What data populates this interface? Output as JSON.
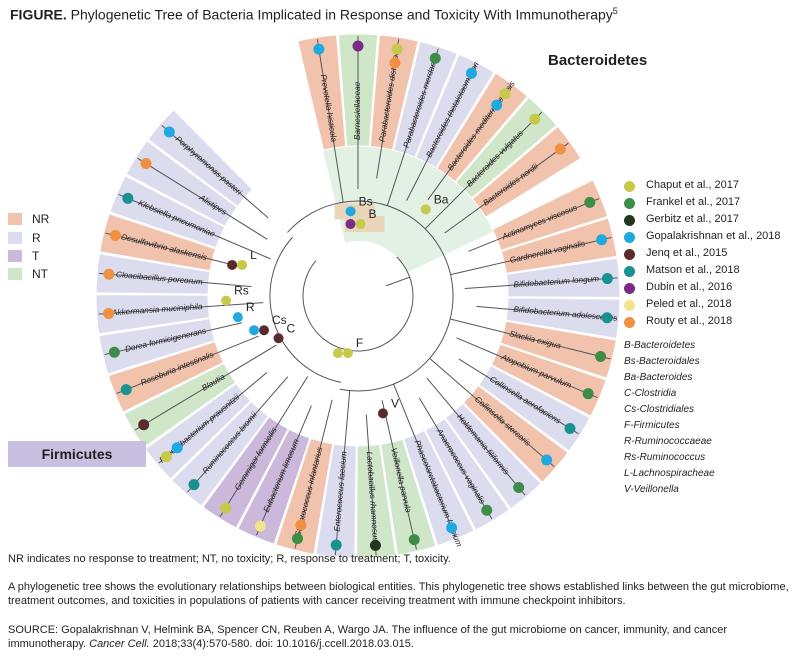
{
  "figure": {
    "label": "FIGURE.",
    "title": "Phylogenetic Tree of Bacteria Implicated in Response and Toxicity With Immunotherapy",
    "ref": "5"
  },
  "phyla": {
    "top_right": "Bacteroidetes",
    "bottom_left": "Firmicutes"
  },
  "outcome_legend": [
    {
      "code": "NR",
      "color": "#f1c3ad"
    },
    {
      "code": "R",
      "color": "#dcdcef"
    },
    {
      "code": "T",
      "color": "#cbb8da"
    },
    {
      "code": "NT",
      "color": "#cfe6c9"
    }
  ],
  "study_legend": [
    {
      "key": "chaput",
      "label": "Chaput et al., 2017",
      "color": "#c7c94a"
    },
    {
      "key": "frankel",
      "label": "Frankel et al., 2017",
      "color": "#3e8d47"
    },
    {
      "key": "gerbitz",
      "label": "Gerbitz et al., 2017",
      "color": "#233720"
    },
    {
      "key": "gopalakrishnan",
      "label": "Gopalakrishnan et al., 2018",
      "color": "#1fa9e1"
    },
    {
      "key": "jenq",
      "label": "Jenq et al., 2015",
      "color": "#5a2a2c"
    },
    {
      "key": "matson",
      "label": "Matson et al., 2018",
      "color": "#18928f"
    },
    {
      "key": "dubin",
      "label": "Dubin et al., 2016",
      "color": "#7a2b86"
    },
    {
      "key": "peled",
      "label": "Peled et al., 2018",
      "color": "#f1e48a"
    },
    {
      "key": "routy",
      "label": "Routy et al., 2018",
      "color": "#ef9140"
    }
  ],
  "abbreviations": [
    {
      "code": "B",
      "name": "Bacteroidetes"
    },
    {
      "code": "Bs",
      "name": "Bacteroidales"
    },
    {
      "code": "Ba",
      "name": "Bacteroides"
    },
    {
      "code": "C",
      "name": "Clostridia"
    },
    {
      "code": "Cs",
      "name": "Clostridiales"
    },
    {
      "code": "F",
      "name": "Firmicutes"
    },
    {
      "code": "R",
      "name": "Ruminococcaeae"
    },
    {
      "code": "Rs",
      "name": "Ruminococcus"
    },
    {
      "code": "L",
      "name": "Lachnospiracheae"
    },
    {
      "code": "V",
      "name": "Veillonella"
    }
  ],
  "taxa": [
    {
      "name": "Prevotella histicola",
      "outcome": "NR",
      "studies": [
        "gopalakrishnan"
      ]
    },
    {
      "name": "Barnesiellaceae",
      "outcome": "NT",
      "studies": [
        "dubin"
      ]
    },
    {
      "name": "Parabacteroides distasonis",
      "outcome": "NR",
      "studies": [
        "chaput",
        "routy"
      ]
    },
    {
      "name": "Parabacteroides merdae",
      "outcome": "R",
      "studies": [
        "frankel"
      ]
    },
    {
      "name": "Bacteroides thetaiotaomicron",
      "outcome": "R",
      "studies": [
        "gopalakrishnan"
      ]
    },
    {
      "name": "Bacteroides mediterraneensis",
      "outcome": "NR",
      "studies": [
        "chaput",
        "gopalakrishnan"
      ]
    },
    {
      "name": "Bacteroides vulgatus",
      "outcome": "NT",
      "studies": [
        "chaput"
      ]
    },
    {
      "name": "Bacteroides nordii",
      "outcome": "NR",
      "studies": [
        "routy"
      ]
    },
    {
      "name": "Actinomyces viscosus",
      "outcome": "NR",
      "studies": [
        "frankel"
      ]
    },
    {
      "name": "Gardnerella vaginalis",
      "outcome": "NR",
      "studies": [
        "gopalakrishnan"
      ]
    },
    {
      "name": "Bifidobacterium longum",
      "outcome": "R",
      "studies": [
        "matson"
      ]
    },
    {
      "name": "Bifidobacterium adolescentis",
      "outcome": "R",
      "studies": [
        "matson"
      ]
    },
    {
      "name": "Slackia exigua",
      "outcome": "NR",
      "studies": [
        "frankel"
      ]
    },
    {
      "name": "Atopobium parvulum",
      "outcome": "NR",
      "studies": [
        "frankel"
      ]
    },
    {
      "name": "Collinsella aerofaciens",
      "outcome": "R",
      "studies": [
        "matson"
      ]
    },
    {
      "name": "Collinsella stercoris",
      "outcome": "NR",
      "studies": [
        "gopalakrishnan"
      ]
    },
    {
      "name": "Holdemania filiformis",
      "outcome": "R",
      "studies": [
        "frankel"
      ]
    },
    {
      "name": "Anaerococcus vaginalis",
      "outcome": "R",
      "studies": [
        "frankel"
      ]
    },
    {
      "name": "Phascolarctobacterium faecium",
      "outcome": "R",
      "studies": [
        "gopalakrishnan"
      ]
    },
    {
      "name": "Veillonella parvula",
      "outcome": "NT",
      "studies": [
        "frankel"
      ]
    },
    {
      "name": "Lactobacillus rhamnosus",
      "outcome": "NT",
      "studies": [
        "gerbitz"
      ]
    },
    {
      "name": "Enterococcus faecium",
      "outcome": "R",
      "studies": [
        "matson"
      ]
    },
    {
      "name": "Streptococcus infantarius",
      "outcome": "NR",
      "studies": [
        "frankel",
        "routy"
      ]
    },
    {
      "name": "Eubacterium limosum",
      "outcome": "T",
      "studies": [
        "peled"
      ]
    },
    {
      "name": "Gemmiger formicilis",
      "outcome": "T",
      "studies": [
        "chaput"
      ]
    },
    {
      "name": "Ruminococcus bromii",
      "outcome": "R",
      "studies": [
        "matson"
      ]
    },
    {
      "name": "Faecalibacterium prausnitzii",
      "outcome": "R",
      "studies": [
        "chaput",
        "gopalakrishnan"
      ]
    },
    {
      "name": "Blautia",
      "outcome": "NT",
      "studies": [
        "jenq"
      ]
    },
    {
      "name": "Roseburia intestinalis",
      "outcome": "NR",
      "studies": [
        "matson"
      ]
    },
    {
      "name": "Dorea formicigenerans",
      "outcome": "R",
      "studies": [
        "frankel"
      ]
    },
    {
      "name": "Akkermansia muciniphila",
      "outcome": "R",
      "studies": [
        "routy"
      ]
    },
    {
      "name": "Cloacibacillus porcorum",
      "outcome": "R",
      "studies": [
        "routy"
      ]
    },
    {
      "name": "Desulfovibrio alaskensis",
      "outcome": "NR",
      "studies": [
        "routy"
      ]
    },
    {
      "name": "Klebsiella pneumoniae",
      "outcome": "R",
      "studies": [
        "matson"
      ]
    },
    {
      "name": "Alistipes",
      "outcome": "R",
      "studies": [
        "routy"
      ]
    },
    {
      "name": "Porphyromonas pasteri",
      "outcome": "R",
      "studies": [
        "gopalakrishnan"
      ]
    }
  ],
  "nodes": [
    {
      "label": "Bs",
      "studies": [
        "gopalakrishnan"
      ]
    },
    {
      "label": "B",
      "studies": [
        "chaput",
        "dubin"
      ]
    },
    {
      "label": "Ba",
      "studies": [
        "chaput"
      ]
    },
    {
      "label": "L",
      "studies": [
        "chaput",
        "jenq"
      ]
    },
    {
      "label": "Cs",
      "studies": [
        "jenq",
        "gopalakrishnan"
      ]
    },
    {
      "label": "C",
      "studies": [
        "jenq"
      ]
    },
    {
      "label": "R",
      "studies": [
        "gopalakrishnan"
      ]
    },
    {
      "label": "Rs",
      "studies": [
        "chaput"
      ]
    },
    {
      "label": "F",
      "studies": [
        "chaput",
        "chaput"
      ]
    },
    {
      "label": "V",
      "studies": [
        "jenq"
      ]
    }
  ],
  "notes": {
    "abbrev": "NR indicates no response to treatment; NT, no toxicity; R, response to treatment;  T, toxicity.",
    "description": "A phylogenetic tree shows the evolutionary relationships between biological entities. This phylogenetic tree shows established links between the gut microbiome, treatment outcomes, and toxicities in populations of patients with cancer receiving treatment with immune checkpoint inhibitors.",
    "source_prefix": "SOURCE: Gopalakrishnan V, Helmink BA, Spencer CN, Reuben A, Wargo JA. The influence of the gut microbiome on cancer, immunity, and cancer immunotherapy.",
    "source_journal": "Cancer Cell.",
    "source_suffix": "2018;33(4):570-580. doi: 10.1016/j.ccell.2018.03.015."
  }
}
